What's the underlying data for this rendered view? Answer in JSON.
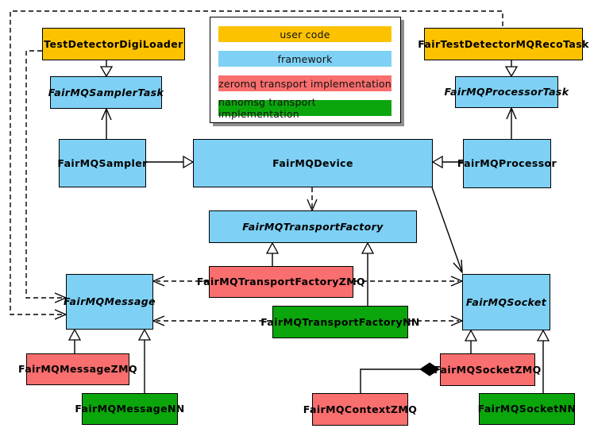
{
  "legend": {
    "items": [
      {
        "id": "user-code",
        "label": "user code",
        "color": "#FCC200"
      },
      {
        "id": "framework",
        "label": "framework",
        "color": "#7ED0F4"
      },
      {
        "id": "zeromq",
        "label": "zeromq transport implementation",
        "color": "#F96E6E"
      },
      {
        "id": "nanomsg",
        "label": "nanomsg transport implementation",
        "color": "#0BA60B"
      }
    ]
  },
  "classes": [
    {
      "label": "TestDetectorDigiLoader",
      "category": "user-code",
      "abstract": false
    },
    {
      "label": "FairTestDetectorMQRecoTask",
      "category": "user-code",
      "abstract": false
    },
    {
      "label": "FairMQSamplerTask",
      "category": "framework",
      "abstract": true
    },
    {
      "label": "FairMQProcessorTask",
      "category": "framework",
      "abstract": true
    },
    {
      "label": "FairMQSampler",
      "category": "framework",
      "abstract": false
    },
    {
      "label": "FairMQDevice",
      "category": "framework",
      "abstract": false
    },
    {
      "label": "FairMQProcessor",
      "category": "framework",
      "abstract": false
    },
    {
      "label": "FairMQTransportFactory",
      "category": "framework",
      "abstract": true
    },
    {
      "label": "FairMQTransportFactoryZMQ",
      "category": "zeromq",
      "abstract": false
    },
    {
      "label": "FairMQTransportFactoryNN",
      "category": "nanomsg",
      "abstract": false
    },
    {
      "label": "FairMQMessage",
      "category": "framework",
      "abstract": true
    },
    {
      "label": "FairMQSocket",
      "category": "framework",
      "abstract": true
    },
    {
      "label": "FairMQMessageZMQ",
      "category": "zeromq",
      "abstract": false
    },
    {
      "label": "FairMQMessageNN",
      "category": "nanomsg",
      "abstract": false
    },
    {
      "label": "FairMQSocketZMQ",
      "category": "zeromq",
      "abstract": false
    },
    {
      "label": "FairMQSocketNN",
      "category": "nanomsg",
      "abstract": false
    },
    {
      "label": "FairMQContextZMQ",
      "category": "zeromq",
      "abstract": false
    }
  ],
  "relationships": [
    {
      "from": "TestDetectorDigiLoader",
      "to": "FairMQSamplerTask",
      "type": "inheritance"
    },
    {
      "from": "FairTestDetectorMQRecoTask",
      "to": "FairMQProcessorTask",
      "type": "inheritance"
    },
    {
      "from": "FairMQSampler",
      "to": "FairMQSamplerTask",
      "type": "association"
    },
    {
      "from": "FairMQProcessor",
      "to": "FairMQProcessorTask",
      "type": "association"
    },
    {
      "from": "FairMQSampler",
      "to": "FairMQDevice",
      "type": "inheritance"
    },
    {
      "from": "FairMQProcessor",
      "to": "FairMQDevice",
      "type": "inheritance"
    },
    {
      "from": "FairMQDevice",
      "to": "FairMQTransportFactory",
      "type": "dependency"
    },
    {
      "from": "FairMQDevice",
      "to": "FairMQSocket",
      "type": "association"
    },
    {
      "from": "FairMQTransportFactoryZMQ",
      "to": "FairMQTransportFactory",
      "type": "inheritance"
    },
    {
      "from": "FairMQTransportFactoryNN",
      "to": "FairMQTransportFactory",
      "type": "inheritance"
    },
    {
      "from": "FairMQTransportFactoryZMQ",
      "to": "FairMQMessage",
      "type": "dependency"
    },
    {
      "from": "FairMQTransportFactoryZMQ",
      "to": "FairMQSocket",
      "type": "dependency"
    },
    {
      "from": "FairMQTransportFactoryNN",
      "to": "FairMQMessage",
      "type": "dependency"
    },
    {
      "from": "FairMQTransportFactoryNN",
      "to": "FairMQSocket",
      "type": "dependency"
    },
    {
      "from": "TestDetectorDigiLoader",
      "to": "FairMQMessage",
      "type": "dependency"
    },
    {
      "from": "FairTestDetectorMQRecoTask",
      "to": "FairMQMessage",
      "type": "dependency"
    },
    {
      "from": "FairMQMessageZMQ",
      "to": "FairMQMessage",
      "type": "inheritance"
    },
    {
      "from": "FairMQMessageNN",
      "to": "FairMQMessage",
      "type": "inheritance"
    },
    {
      "from": "FairMQSocketZMQ",
      "to": "FairMQSocket",
      "type": "inheritance"
    },
    {
      "from": "FairMQSocketNN",
      "to": "FairMQSocket",
      "type": "inheritance"
    },
    {
      "from": "FairMQContextZMQ",
      "to": "FairMQSocketZMQ",
      "type": "composition"
    }
  ]
}
